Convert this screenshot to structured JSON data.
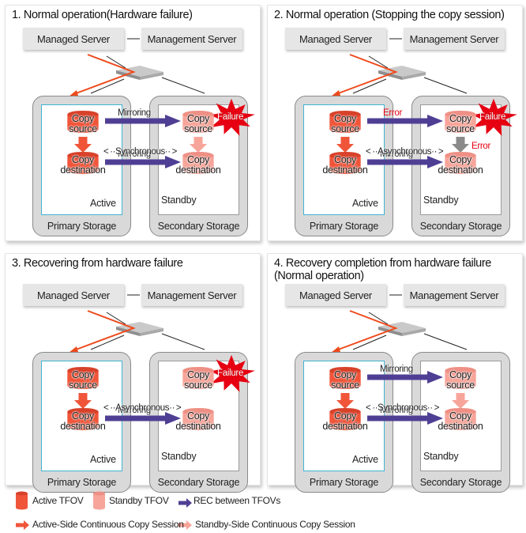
{
  "colors": {
    "active_tfov": "#f0553a",
    "standby_tfov": "#f7a59a",
    "rec_arrow": "#4f3f94",
    "active_session_arrow": "#f0553a",
    "standby_session_arrow": "#f7a59a",
    "stopped_session_arrow": "#8a8a8a",
    "failure": "#e60012",
    "lan_line": "#ee4a1c",
    "active_border": "#41b4d2"
  },
  "common": {
    "managed_server": "Managed Server",
    "management_server": "Management Server",
    "primary_storage": "Primary  Storage",
    "secondary_storage": "Secondary Storage",
    "active": "Active",
    "standby": "Standby",
    "copy_source": "Copy\nsource",
    "copy_destination": "Copy\ndestination",
    "mirroring": "Mirroring",
    "failure": "Failure",
    "error": "Error"
  },
  "panels": [
    {
      "title": "1. Normal operation(Hardware failure)",
      "top_arrow": "Mirroring",
      "middle_label": "Synchronous",
      "bottom_arrow": "Mirroring",
      "standby_session": "normal",
      "failure_on_standby_source": true
    },
    {
      "title": "2. Normal operation (Stopping the copy session)",
      "top_arrow": "Error",
      "middle_label": "Asynchronous",
      "bottom_arrow": "Mirroring",
      "standby_session": "error",
      "standby_session_label": "Error",
      "failure_on_standby_source": true
    },
    {
      "title": "3. Recovering from hardware failure",
      "top_arrow": "",
      "middle_label": "Asynchronous",
      "bottom_arrow": "Mirroring",
      "standby_session": "none",
      "failure_on_standby_source": true
    },
    {
      "title": "4. Recovery completion from hardware failure\n(Normal operation)",
      "top_arrow": "Mirroring",
      "middle_label": "Synchronous",
      "bottom_arrow": "Mirroring",
      "standby_session": "normal",
      "failure_on_standby_source": false
    }
  ],
  "legend": {
    "active_tfov": "Active TFOV",
    "standby_tfov": "Standby TFOV",
    "rec": "REC between TFOVs",
    "active_session": "Active-Side Continuous Copy Session",
    "standby_session": "Standby-Side Continuous Copy Session"
  }
}
